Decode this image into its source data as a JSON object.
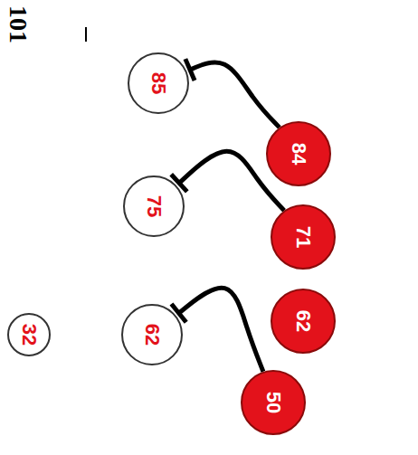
{
  "diagram": {
    "nodes": [
      {
        "text": [
          "85"
        ]
      },
      {
        "text": [
          "75"
        ]
      },
      {
        "text": [
          "62"
        ]
      },
      {
        "text": [
          "32"
        ]
      },
      {
        "text": [
          "84"
        ]
      },
      {
        "text": [
          "71"
        ]
      },
      {
        "text": [
          "62"
        ]
      },
      {
        "text": [
          "50"
        ]
      }
    ],
    "edges": [
      {
        "from": 4,
        "to": 0,
        "arrow": "to"
      },
      {
        "from": 5,
        "to": 1,
        "arrow": "to"
      },
      {
        "from": 7,
        "to": 2,
        "arrow": "to"
      }
    ],
    "labels": [
      "101"
    ]
  }
}
